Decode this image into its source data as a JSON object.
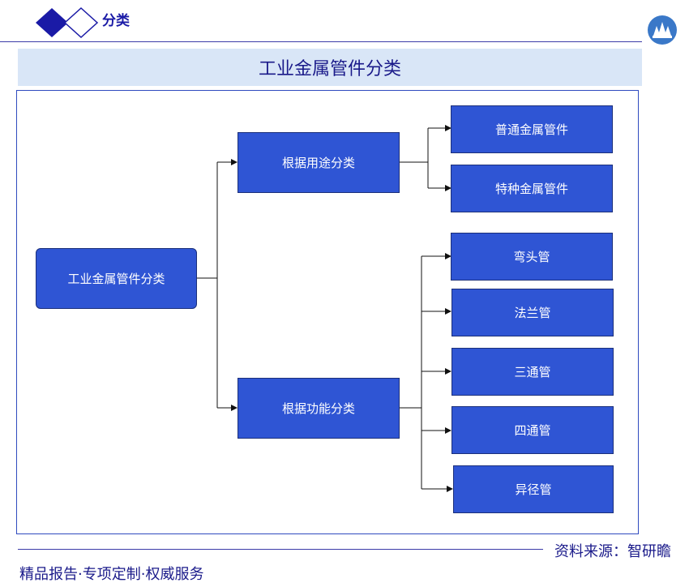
{
  "header": {
    "title": "分类"
  },
  "title_band": "工业金属管件分类",
  "tree": {
    "root": "工业金属管件分类",
    "branch_usage": "根据用途分类",
    "branch_function": "根据功能分类",
    "usage_children": [
      "普通金属管件",
      "特种金属管件"
    ],
    "function_children": [
      "弯头管",
      "法兰管",
      "三通管",
      "四通管",
      "异径管"
    ]
  },
  "source": "资料来源：智研瞻",
  "footer": "精品报告·专项定制·权威服务",
  "colors": {
    "accent": "#1a1aa6",
    "node_fill": "#2f55d4",
    "band": "#d9e6f7"
  }
}
